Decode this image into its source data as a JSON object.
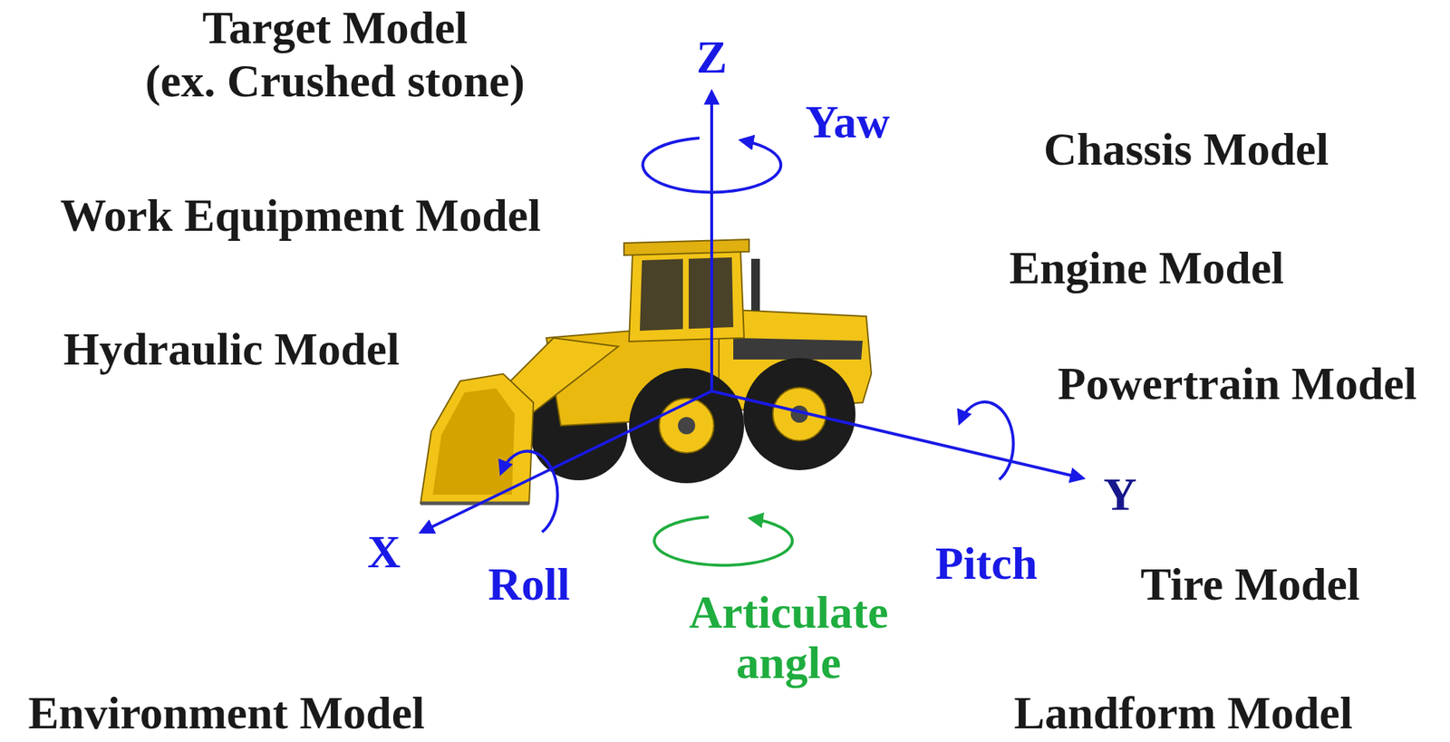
{
  "diagram": {
    "labels": [
      "Target Model",
      "(ex. Crushed stone)",
      "Z",
      "Yaw",
      "Chassis Model",
      "Work Equipment Model",
      "Engine Model",
      "Hydraulic Model",
      "Powertrain Model",
      "Y",
      "X",
      "Roll",
      "Pitch",
      "Tire Model",
      "Articulate angle",
      "Environment Model",
      "Landform Model"
    ]
  }
}
